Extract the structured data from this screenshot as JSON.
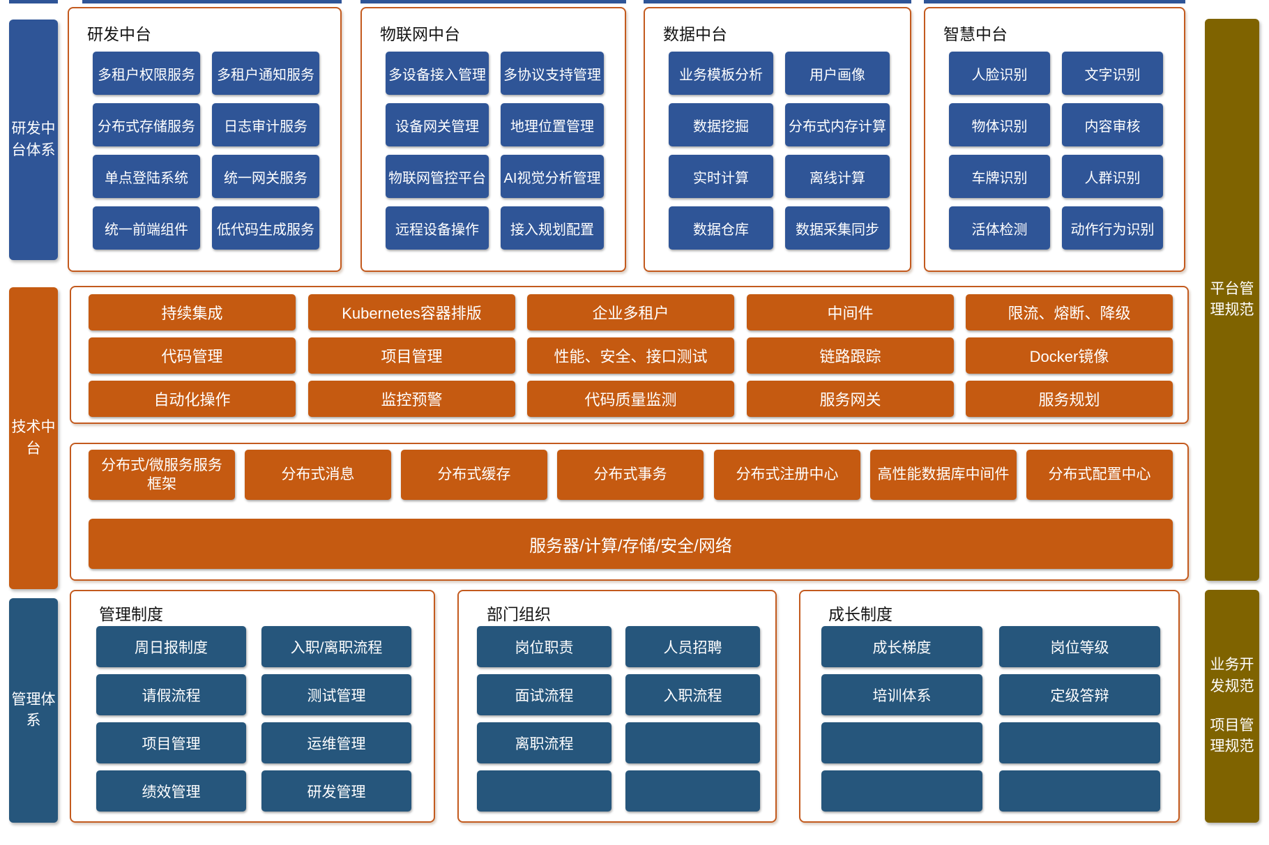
{
  "colors": {
    "blue": "#2F5597",
    "dark_blue": "#26567C",
    "orange": "#C55A11",
    "olive": "#7F6300",
    "panel_border": "#C35A1E"
  },
  "sidebars": {
    "left": [
      {
        "label": "研发中台体系",
        "color": "#2F5597"
      },
      {
        "label": "技术中台",
        "color": "#C55A11"
      },
      {
        "label": "管理体系",
        "color": "#26567C"
      }
    ],
    "right": [
      {
        "label": "平台管理规范",
        "color": "#7F6300"
      },
      {
        "labels": [
          "业务开发规范",
          "项目管理规范"
        ],
        "color": "#7F6300"
      }
    ]
  },
  "top_panels": [
    {
      "title": "研发中台",
      "items": [
        "多租户权限服务",
        "多租户通知服务",
        "分布式存储服务",
        "日志审计服务",
        "单点登陆系统",
        "统一网关服务",
        "统一前端组件",
        "低代码生成服务"
      ]
    },
    {
      "title": "物联网中台",
      "items": [
        "多设备接入管理",
        "多协议支持管理",
        "设备网关管理",
        "地理位置管理",
        "物联网管控平台",
        "AI视觉分析管理",
        "远程设备操作",
        "接入规划配置"
      ]
    },
    {
      "title": "数据中台",
      "items": [
        "业务模板分析",
        "用户画像",
        "数据挖掘",
        "分布式内存计算",
        "实时计算",
        "离线计算",
        "数据仓库",
        "数据采集同步"
      ]
    },
    {
      "title": "智慧中台",
      "items": [
        "人脸识别",
        "文字识别",
        "物体识别",
        "内容审核",
        "车牌识别",
        "人群识别",
        "活体检测",
        "动作行为识别"
      ]
    }
  ],
  "middle": {
    "rows": [
      [
        "持续集成",
        "Kubernetes容器排版",
        "企业多租户",
        "中间件",
        "限流、熔断、降级"
      ],
      [
        "代码管理",
        "项目管理",
        "性能、安全、接口测试",
        "链路跟踪",
        "Docker镜像"
      ],
      [
        "自动化操作",
        "监控预警",
        "代码质量监测",
        "服务网关",
        "服务规划"
      ]
    ],
    "distributed_row": [
      "分布式/微服务服务框架",
      "分布式消息",
      "分布式缓存",
      "分布式事务",
      "分布式注册中心",
      "高性能数据库中间件",
      "分布式配置中心"
    ],
    "infra_bar": "服务器/计算/存储/安全/网络"
  },
  "bottom_panels": [
    {
      "title": "管理制度",
      "items": [
        "周日报制度",
        "入职/离职流程",
        "请假流程",
        "测试管理",
        "项目管理",
        "运维管理",
        "绩效管理",
        "研发管理"
      ]
    },
    {
      "title": "部门组织",
      "items": [
        "岗位职责",
        "人员招聘",
        "面试流程",
        "入职流程",
        "离职流程",
        "",
        "",
        ""
      ]
    },
    {
      "title": "成长制度",
      "items": [
        "成长梯度",
        "岗位等级",
        "培训体系",
        "定级答辩",
        "",
        "",
        "",
        ""
      ]
    }
  ]
}
